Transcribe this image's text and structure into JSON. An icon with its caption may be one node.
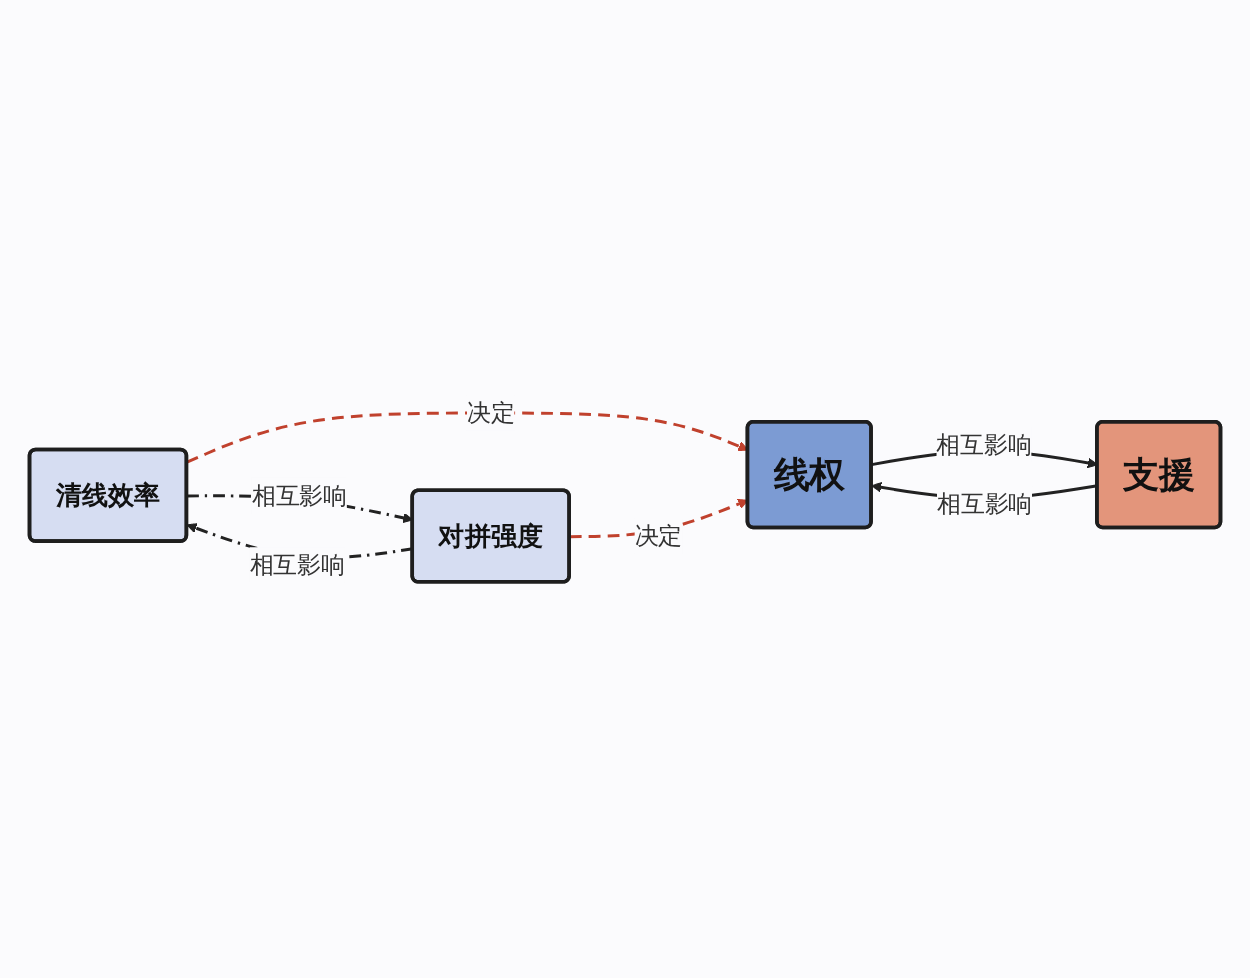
{
  "diagram": {
    "nodes": [
      {
        "text": [
          "线权"
        ]
      },
      {
        "text": [
          "清线效率"
        ]
      },
      {
        "text": [
          "对拼强度"
        ]
      },
      {
        "text": [
          "支援"
        ]
      }
    ],
    "edges": [
      {
        "from": 0,
        "to": 3,
        "arrow": "to",
        "label": "相互影响"
      },
      {
        "from": 3,
        "to": 0,
        "arrow": "to",
        "label": "相互影响"
      },
      {
        "from": 1,
        "to": 0,
        "arrow": "to",
        "label": "决定",
        "style": "dashed",
        "color": "#c0412d"
      },
      {
        "from": 2,
        "to": 0,
        "arrow": "to",
        "label": "决定",
        "style": "dashed",
        "color": "#c0412d"
      },
      {
        "from": 2,
        "to": 1,
        "arrow": "to",
        "label": "相互影响",
        "style": "dashed"
      },
      {
        "from": 1,
        "to": 2,
        "arrow": "to",
        "label": "相互影响",
        "style": "dashed"
      }
    ]
  }
}
